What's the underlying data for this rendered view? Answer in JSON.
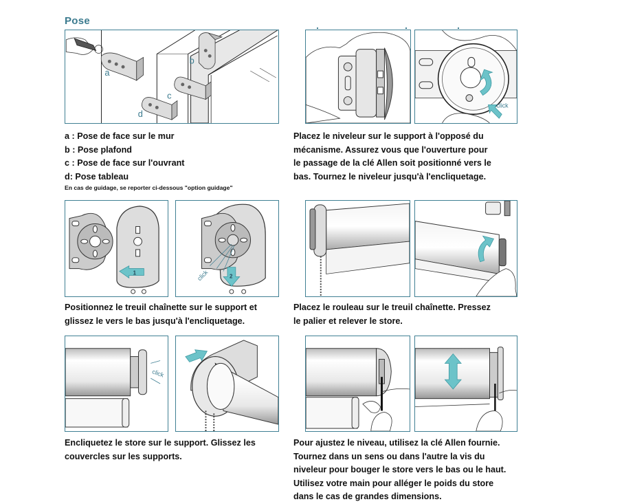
{
  "section_title": "Pose",
  "colors": {
    "border": "#3f7f93",
    "accent": "#6cc3c9",
    "title": "#3a7a8e"
  },
  "figure_labels": {
    "a": "a",
    "b": "b",
    "c": "c",
    "d": "d",
    "click": "click",
    "step1": "1",
    "step2": "2"
  },
  "step1": {
    "lines": [
      "a : Pose de face sur le mur",
      "b : Pose plafond",
      "c : Pose de face sur l'ouvrant",
      "d: Pose tableau"
    ],
    "note": "En cas de guidage, se reporter ci-dessous \"option guidage\""
  },
  "step2": {
    "lines": [
      "Placez le niveleur sur le support à l'opposé du",
      "mécanisme. Assurez vous que l'ouverture pour",
      "le passage de la clé Allen soit positionné vers le",
      "bas. Tournez le niveleur jusqu'à l'encliquetage."
    ]
  },
  "step3": {
    "lines": [
      "Positionnez le treuil chaînette sur le support et",
      "glissez le vers le bas jusqu'à l'encliquetage."
    ]
  },
  "step4": {
    "lines": [
      "Placez le rouleau sur le treuil chaînette. Pressez",
      "le palier et relever le store."
    ]
  },
  "step5": {
    "lines": [
      "Encliquetez le store sur le support. Glissez les",
      "couvercles sur les supports."
    ]
  },
  "step6": {
    "lines": [
      "Pour ajustez le niveau, utilisez la clé Allen fournie.",
      "Tournez dans un sens ou dans l'autre la vis du",
      "niveleur pour bouger le store vers le bas ou le haut.",
      "Utilisez votre main pour alléger le poids du store",
      "dans le cas de grandes dimensions."
    ]
  }
}
